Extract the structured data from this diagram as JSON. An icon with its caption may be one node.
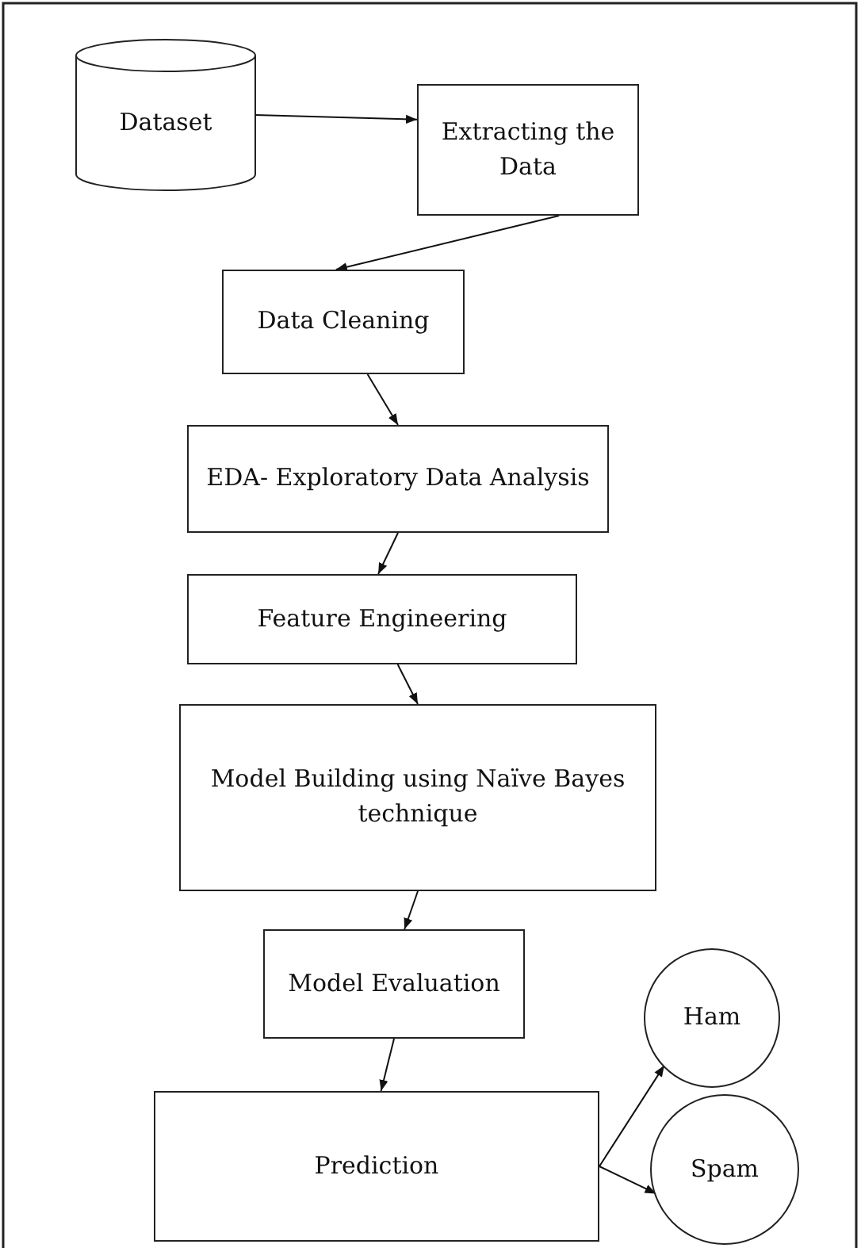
{
  "diagram": {
    "nodes": [
      {
        "text": [
          "Dataset"
        ]
      },
      {
        "text": [
          "Extracting the Data"
        ]
      },
      {
        "text": [
          "Data Cleaning"
        ]
      },
      {
        "text": [
          "EDA- Exploratory Data Analysis"
        ]
      },
      {
        "text": [
          "Feature Engineering"
        ]
      },
      {
        "text": [
          "Model Building using Naïve Bayes technique"
        ]
      },
      {
        "text": [
          "Model Evaluation"
        ]
      },
      {
        "text": [
          "Prediction"
        ]
      },
      {
        "text": [
          "Ham"
        ]
      },
      {
        "text": [
          "Spam"
        ]
      }
    ],
    "edges": [
      {
        "from": 0,
        "to": 1,
        "arrow": "to"
      },
      {
        "from": 1,
        "to": 2,
        "arrow": "to"
      },
      {
        "from": 2,
        "to": 3,
        "arrow": "to"
      },
      {
        "from": 3,
        "to": 4,
        "arrow": "to"
      },
      {
        "from": 4,
        "to": 5,
        "arrow": "to"
      },
      {
        "from": 5,
        "to": 6,
        "arrow": "to"
      },
      {
        "from": 6,
        "to": 7,
        "arrow": "to"
      },
      {
        "from": 7,
        "to": 8,
        "arrow": "to"
      },
      {
        "from": 7,
        "to": 9,
        "arrow": "to"
      }
    ]
  }
}
